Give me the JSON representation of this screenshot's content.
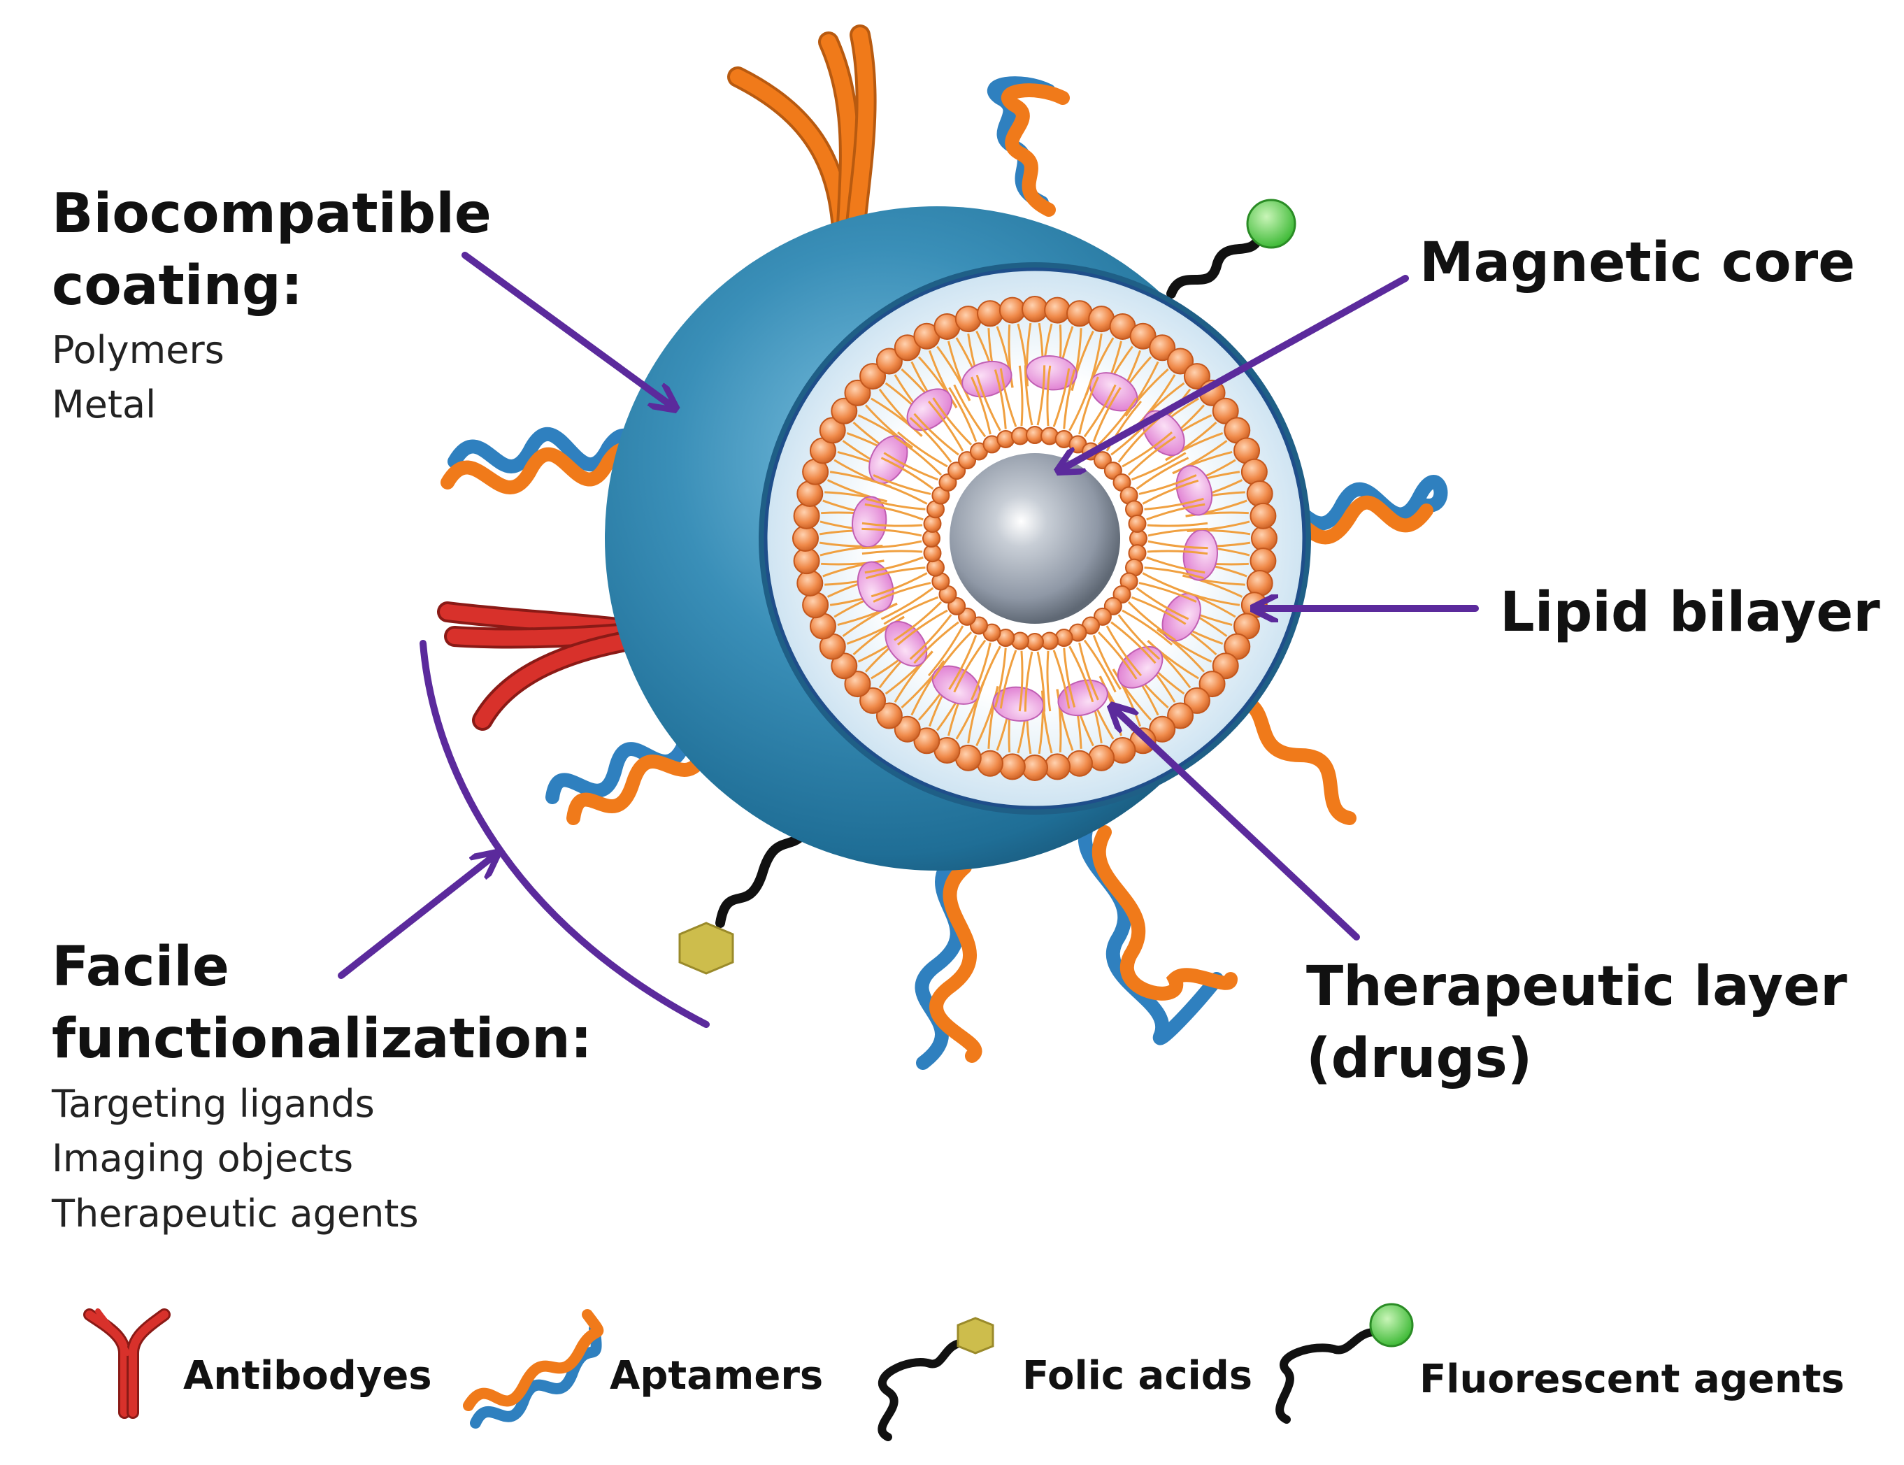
{
  "labels": {
    "biocompatible": {
      "title_line1": "Biocompatible",
      "title_line2": "coating:",
      "items": [
        "Polymers",
        "Metal"
      ]
    },
    "magnetic_core": "Magnetic core",
    "lipid_bilayer": "Lipid bilayer",
    "therapeutic": {
      "line1": "Therapeutic layer",
      "line2": "(drugs)"
    },
    "facile": {
      "title_line1": "Facile",
      "title_line2": "functionalization:",
      "items": [
        "Targeting ligands",
        "Imaging objects",
        "Therapeutic agents"
      ]
    }
  },
  "legend": [
    {
      "icon": "antibody-icon",
      "label": "Antibodyes"
    },
    {
      "icon": "aptamer-icon",
      "label": "Aptamers"
    },
    {
      "icon": "folic-acid-icon",
      "label": "Folic acids"
    },
    {
      "icon": "fluorescent-agent-icon",
      "label": "Fluorescent agents"
    }
  ],
  "colors": {
    "arrow": "#5b2a9c",
    "coating": "#2a7ea6",
    "aptamer_orange": "#f07a1a",
    "aptamer_blue": "#2f80bf",
    "antibody_red": "#d8312b",
    "lipid_head": "#f08a4a",
    "drug_pink": "#e48fd8",
    "core_grey": "#8f98a6",
    "folic_yellow": "#cdbd4c",
    "fluorescent_green": "#44c93c"
  }
}
